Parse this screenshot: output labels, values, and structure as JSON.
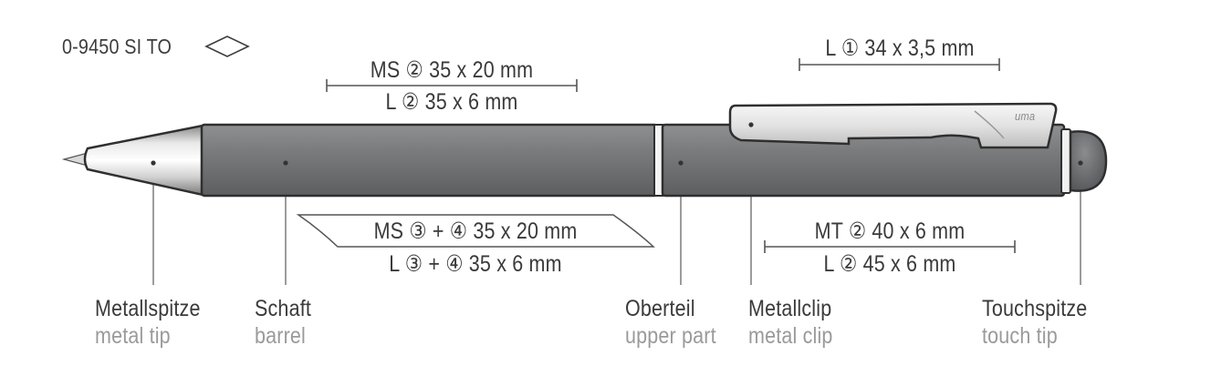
{
  "product_code": "0-9450 SI TO",
  "print_areas": {
    "clip": {
      "line1": "L ① 34 x 3,5 mm"
    },
    "barrel_top": {
      "line1": "MS ② 35 x 20 mm",
      "line2": "L ② 35 x 6 mm"
    },
    "barrel_wrap": {
      "line1": "MS ③ + ④ 35 x 20 mm",
      "line2": "L ③ + ④ 35 x 6 mm"
    },
    "upper_part": {
      "line1": "MT ② 40 x 6 mm",
      "line2": "L ② 45 x 6 mm"
    }
  },
  "parts": [
    {
      "de": "Metallspitze",
      "en": "metal tip"
    },
    {
      "de": "Schaft",
      "en": "barrel"
    },
    {
      "de": "Oberteil",
      "en": "upper part"
    },
    {
      "de": "Metallclip",
      "en": "metal clip"
    },
    {
      "de": "Touchspitze",
      "en": "touch tip"
    }
  ],
  "colors": {
    "body": "#6f7173",
    "outline": "#2f2f2f",
    "chrome_light": "#f2f2f2",
    "chrome_dark": "#9c9c9c",
    "text": "#3a3a3a",
    "text_secondary": "#9a9a9a",
    "leader": "#555555"
  },
  "brand_mark": "uma"
}
